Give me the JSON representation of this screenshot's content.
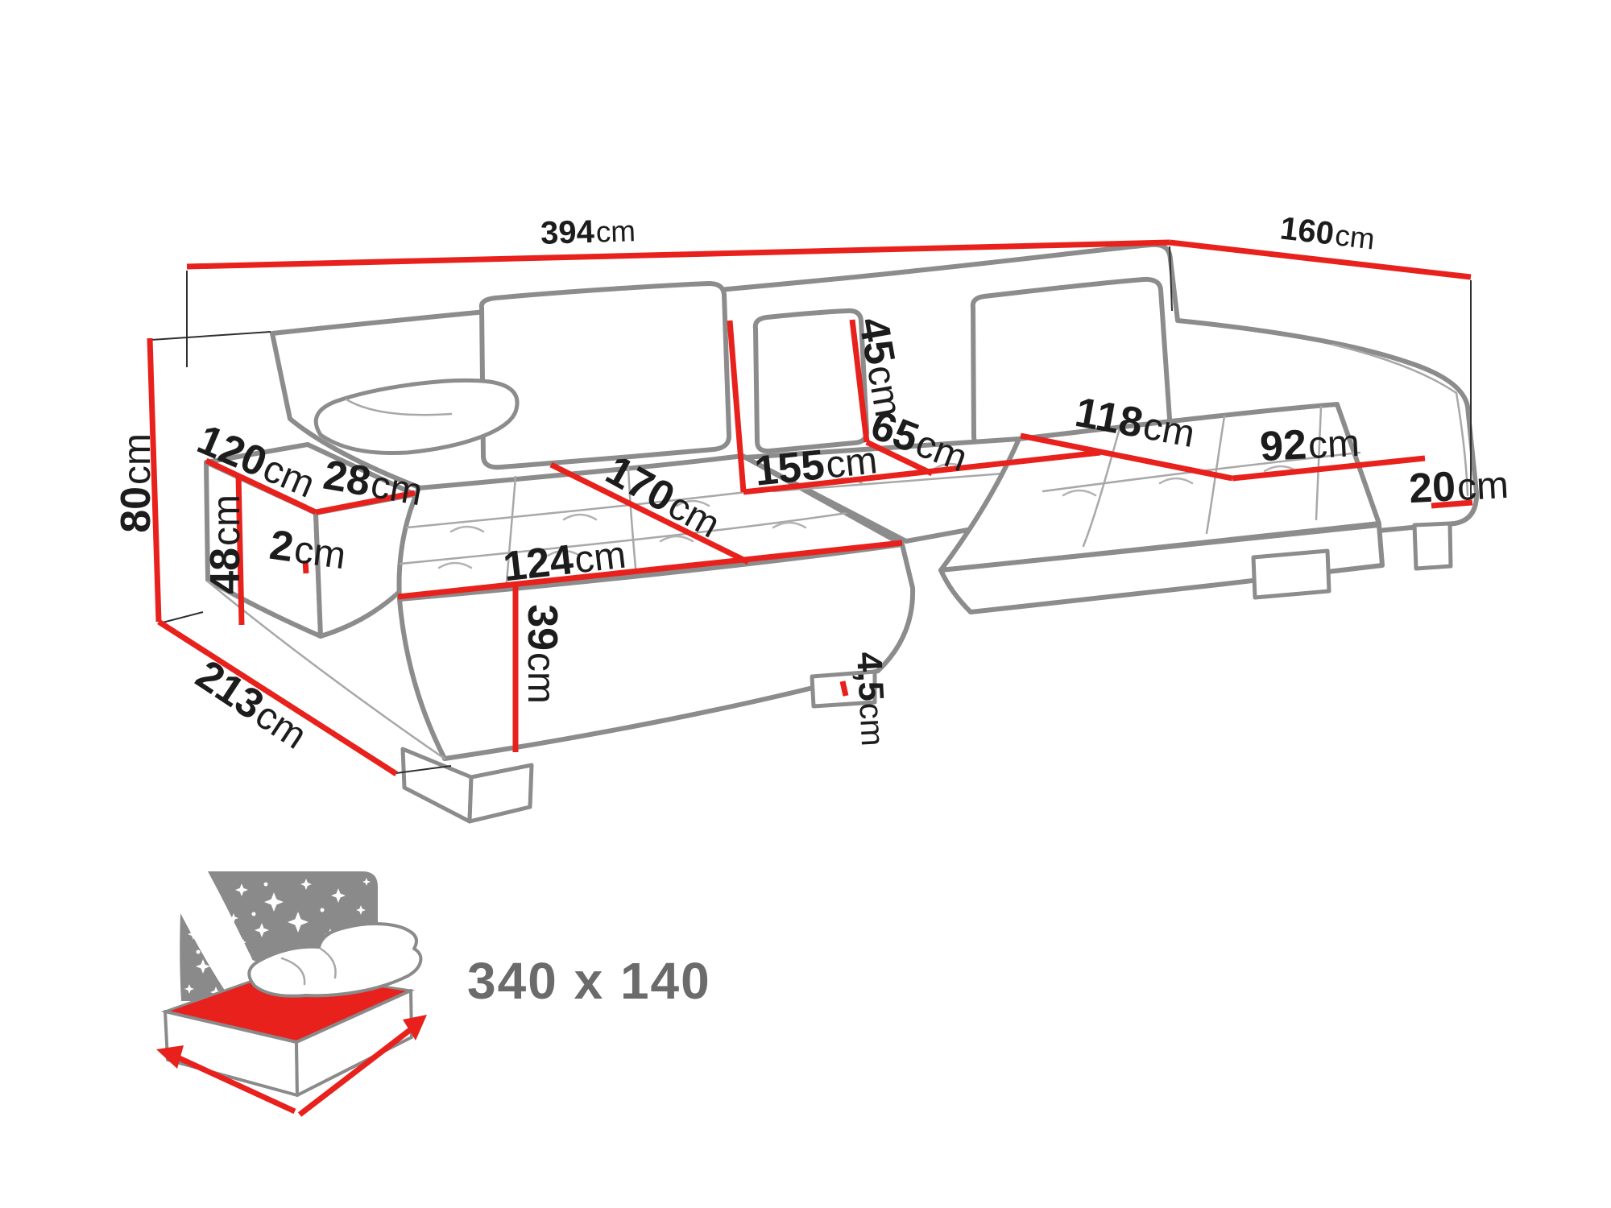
{
  "diagram": {
    "type": "sofa-dimension-diagram",
    "accent_color": "#e8211d",
    "line_art_color": "#8c8c8c",
    "label_color": "#1c1c1c",
    "dimensions": {
      "overall_width": {
        "value": "394",
        "unit": "cm"
      },
      "right_side_depth": {
        "value": "160",
        "unit": "cm"
      },
      "overall_height": {
        "value": "80",
        "unit": "cm"
      },
      "left_side_depth": {
        "value": "213",
        "unit": "cm"
      },
      "armrest_length": {
        "value": "120",
        "unit": "cm"
      },
      "armrest_width": {
        "value": "28",
        "unit": "cm"
      },
      "armrest_height": {
        "value": "48",
        "unit": "cm"
      },
      "armrest_seat_gap": {
        "value": "2",
        "unit": "cm"
      },
      "left_seat_depth": {
        "value": "170",
        "unit": "cm"
      },
      "left_seat_width": {
        "value": "124",
        "unit": "cm"
      },
      "seat_height": {
        "value": "39",
        "unit": "cm"
      },
      "back_cushion_height": {
        "value": "45",
        "unit": "cm"
      },
      "backrest_height": {
        "value": "65",
        "unit": "cm"
      },
      "middle_seat_width": {
        "value": "155",
        "unit": "cm"
      },
      "right_seat_width": {
        "value": "118",
        "unit": "cm"
      },
      "right_seat_length": {
        "value": "92",
        "unit": "cm"
      },
      "leg_height": {
        "value": "20",
        "unit": "cm"
      },
      "front_leg_height": {
        "value": "4,5",
        "unit": "cm"
      }
    },
    "sleeping_area": {
      "label": "340 x 140"
    }
  }
}
